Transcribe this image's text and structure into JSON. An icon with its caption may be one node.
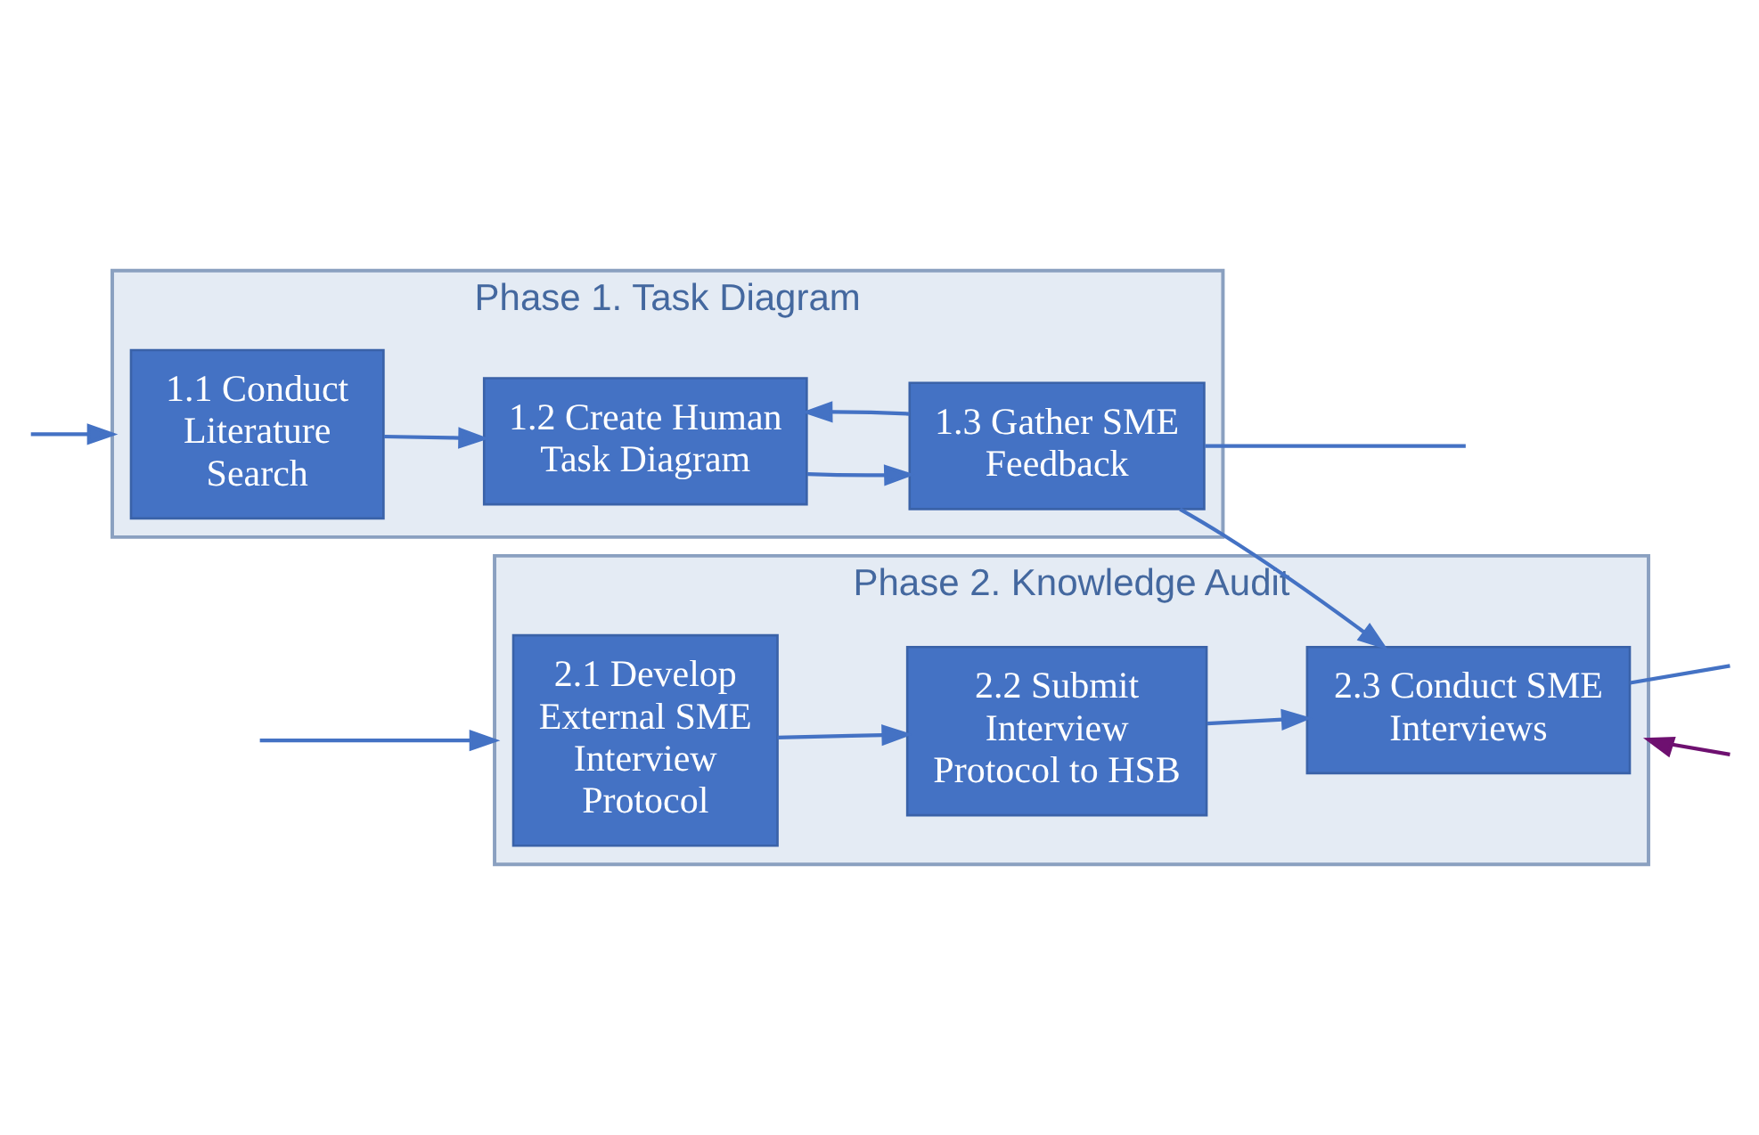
{
  "diagram": {
    "nodes": [
      {
        "text": [
          "Phase 1. Task Diagram"
        ]
      },
      {
        "text": [
          "1.1 Conduct Literature Search"
        ],
        "in": 0
      },
      {
        "text": [
          "1.2 Create Human Task Diagram"
        ],
        "in": 0
      },
      {
        "text": [
          "1.3 Gather SME Feedback"
        ],
        "in": 0
      },
      {
        "text": [
          "Phase 2. Knowledge Audit"
        ]
      },
      {
        "text": [
          "2.1 Develop External SME Interview Protocol"
        ],
        "in": 4
      },
      {
        "text": [
          "2.2 Submit Interview Protocol to HSB"
        ],
        "in": 4
      },
      {
        "text": [
          "2.3 Conduct SME Interviews"
        ],
        "in": 4
      }
    ],
    "edges": [
      {
        "from": null,
        "to": 0,
        "arrow": "to"
      },
      {
        "from": 1,
        "to": 2,
        "arrow": "to"
      },
      {
        "from": 2,
        "to": 3,
        "arrow": "to"
      },
      {
        "from": 3,
        "to": 2,
        "arrow": "to"
      },
      {
        "from": 3,
        "to": 7,
        "arrow": "to"
      },
      {
        "from": 3,
        "to": null,
        "arrow": "none"
      },
      {
        "from": null,
        "to": 4,
        "arrow": "to"
      },
      {
        "from": 5,
        "to": 6,
        "arrow": "to"
      },
      {
        "from": 6,
        "to": 7,
        "arrow": "to"
      },
      {
        "from": 7,
        "to": null,
        "arrow": "none"
      },
      {
        "from": null,
        "to": 4,
        "arrow": "to",
        "color": "#6e1070"
      }
    ]
  }
}
